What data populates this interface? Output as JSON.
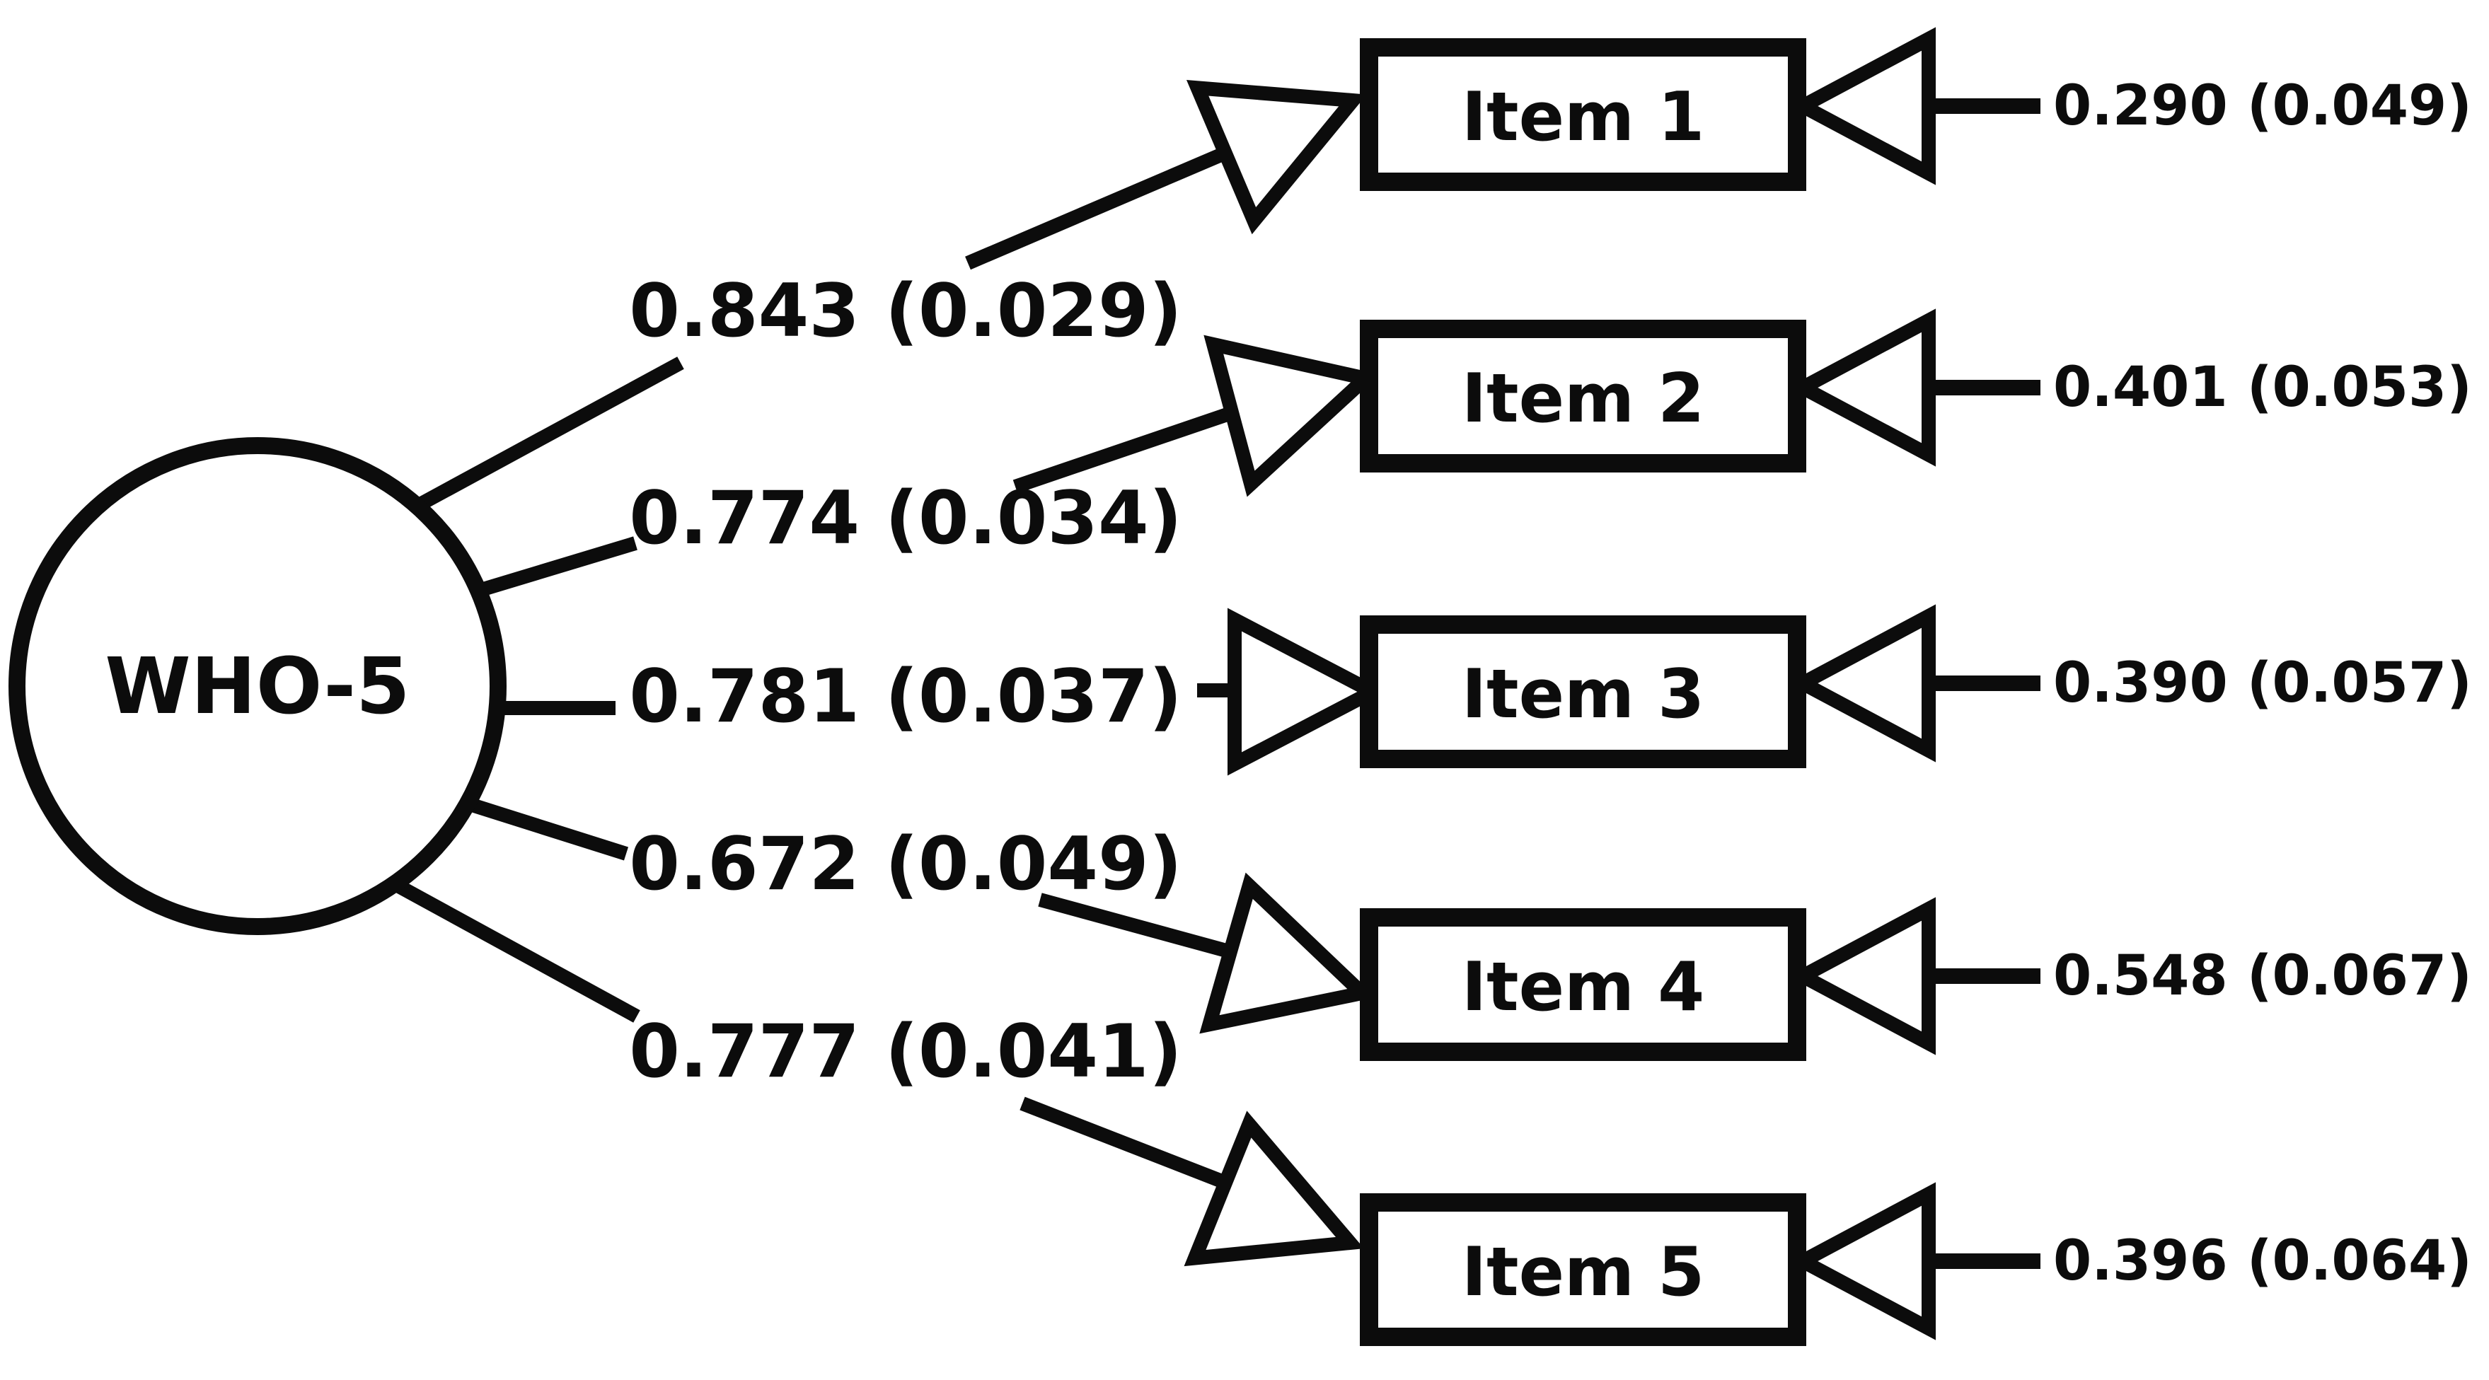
{
  "figure": {
    "type": "sem-path-diagram",
    "latent": {
      "label": "WHO-5"
    },
    "items": [
      {
        "label": "Item 1",
        "loading_value": "0.843",
        "loading_se": "0.029",
        "loading_display": "0.843 (0.029)",
        "error_value": "0.290",
        "error_se": "0.049",
        "error_display": "0.290 (0.049)"
      },
      {
        "label": "Item 2",
        "loading_value": "0.774",
        "loading_se": "0.034",
        "loading_display": "0.774 (0.034)",
        "error_value": "0.401",
        "error_se": "0.053",
        "error_display": "0.401 (0.053)"
      },
      {
        "label": "Item 3",
        "loading_value": "0.781",
        "loading_se": "0.037",
        "loading_display": "0.781 (0.037)",
        "error_value": "0.390",
        "error_se": "0.057",
        "error_display": "0.390 (0.057)"
      },
      {
        "label": "Item 4",
        "loading_value": "0.672",
        "loading_se": "0.049",
        "loading_display": "0.672 (0.049)",
        "error_value": "0.548",
        "error_se": "0.067",
        "error_display": "0.548 (0.067)"
      },
      {
        "label": "Item 5",
        "loading_value": "0.777",
        "loading_se": "0.041",
        "loading_display": "0.777 (0.041)",
        "error_value": "0.396",
        "error_se": "0.064",
        "error_display": "0.396 (0.064)"
      }
    ],
    "colors": {
      "ink": "#0c0c0c",
      "background": "#ffffff"
    }
  }
}
